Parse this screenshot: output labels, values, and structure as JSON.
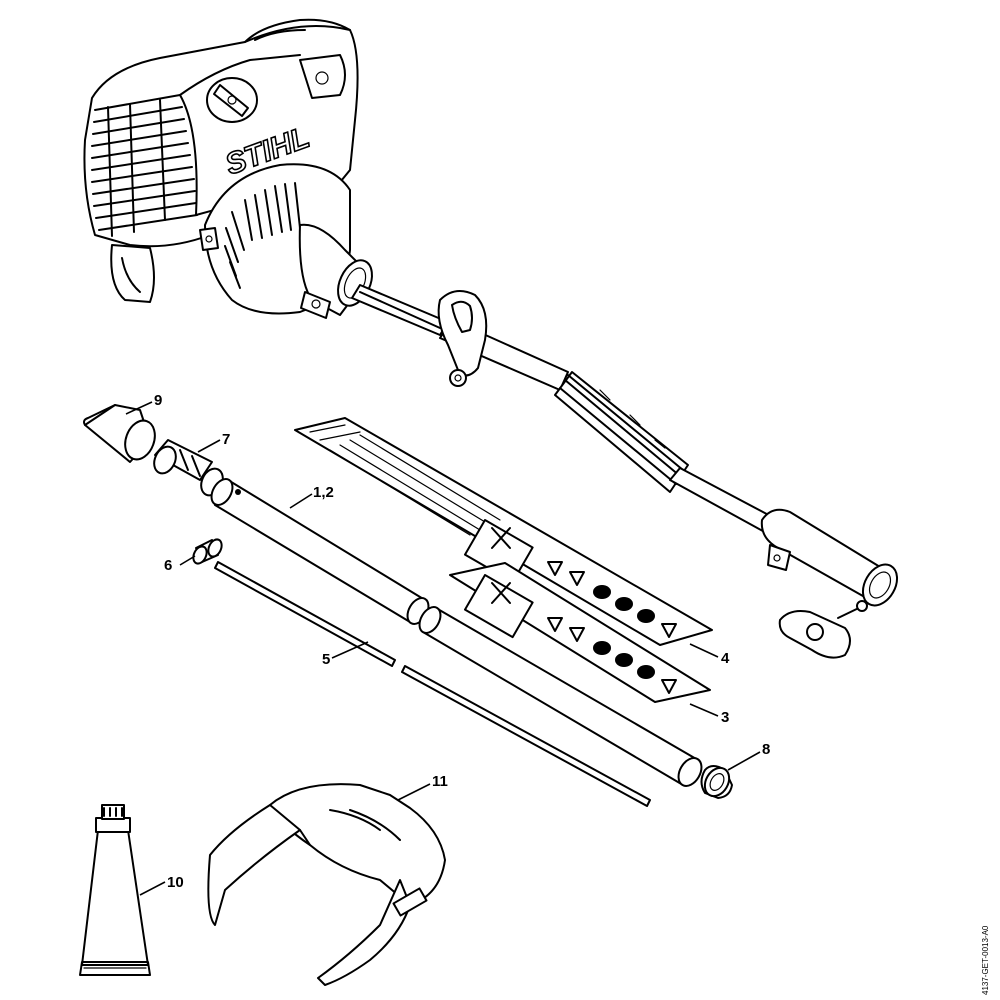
{
  "diagram": {
    "brand_logo": "STIHL",
    "drawing_code": "4137-GET-0013-A0",
    "callouts": {
      "c9": "9",
      "c7": "7",
      "c12": "1,2",
      "c6": "6",
      "c5": "5",
      "c4": "4",
      "c3": "3",
      "c8": "8",
      "c11": "11",
      "c10": "10"
    }
  }
}
